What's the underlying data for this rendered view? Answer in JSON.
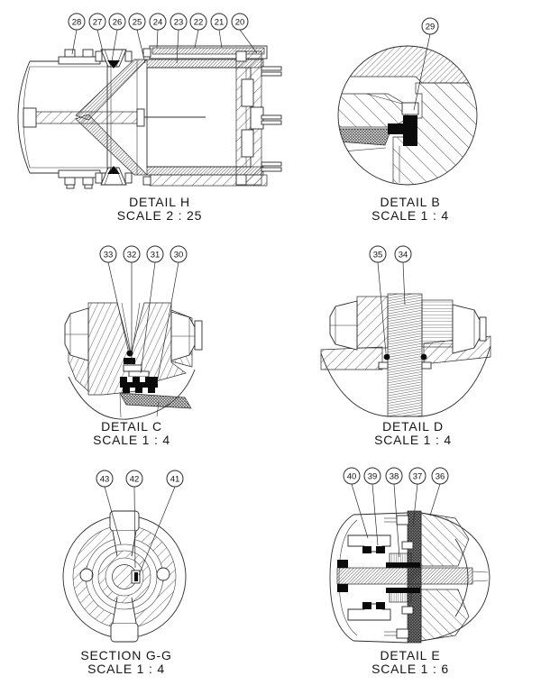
{
  "sheet": {
    "background": "#ffffff",
    "line_color": "#2b2b2b",
    "fill_black": "#0a0a0a"
  },
  "views": {
    "detail_h": {
      "title": "DETAIL H",
      "scale": "SCALE 2 : 25",
      "balloons": [
        "28",
        "27",
        "26",
        "25",
        "24",
        "23",
        "22",
        "21",
        "20"
      ]
    },
    "detail_b": {
      "title": "DETAIL B",
      "scale": "SCALE 1 : 4",
      "balloons": [
        "29"
      ]
    },
    "detail_c": {
      "title": "DETAIL C",
      "scale": "SCALE 1 : 4",
      "balloons": [
        "33",
        "32",
        "31",
        "30"
      ]
    },
    "detail_d": {
      "title": "DETAIL D",
      "scale": "SCALE 1 : 4",
      "balloons": [
        "35",
        "34"
      ]
    },
    "section_gg": {
      "title": "SECTION G-G",
      "scale": "SCALE 1 : 4",
      "balloons": [
        "43",
        "42",
        "41"
      ]
    },
    "detail_e": {
      "title": "DETAIL E",
      "scale": "SCALE 1 : 6",
      "balloons": [
        "40",
        "39",
        "38",
        "37",
        "36"
      ]
    }
  }
}
